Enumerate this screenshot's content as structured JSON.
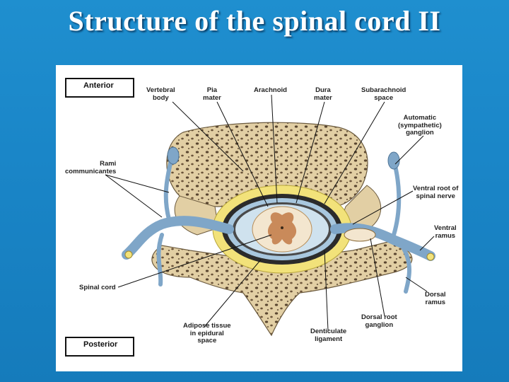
{
  "slide": {
    "title": "Structure of the spinal cord II"
  },
  "figure": {
    "orientation": {
      "anterior": "Anterior",
      "posterior": "Posterior"
    },
    "labels": {
      "vertebral_body": "Vertebral\nbody",
      "pia_mater": "Pia\nmater",
      "arachnoid": "Arachnoid",
      "dura_mater": "Dura\nmater",
      "subarachnoid_space": "Subarachnoid\nspace",
      "autonomic_ganglion": "Automatic\n(sympathetic)\nganglion",
      "rami_communicantes": "Rami\ncommunicantes",
      "ventral_root": "Ventral root of\nspinal nerve",
      "ventral_ramus": "Ventral\nramus",
      "spinal_cord": "Spinal cord",
      "dorsal_ramus": "Dorsal\nramus",
      "adipose_tissue": "Adipose tissue\nin epidural\nspace",
      "denticulate_ligament": "Denticulate\nligament",
      "dorsal_root_ganglion": "Dorsal root\nganglion"
    },
    "colors": {
      "bone": "#e2cfa4",
      "bone_pores": "#5a4630",
      "nerve": "#7fa6c8",
      "fat": "#f2e27a",
      "dura": "#2b2b2b",
      "gray_matter": "#c98a5a",
      "white_matter": "#f3e6cf"
    }
  }
}
